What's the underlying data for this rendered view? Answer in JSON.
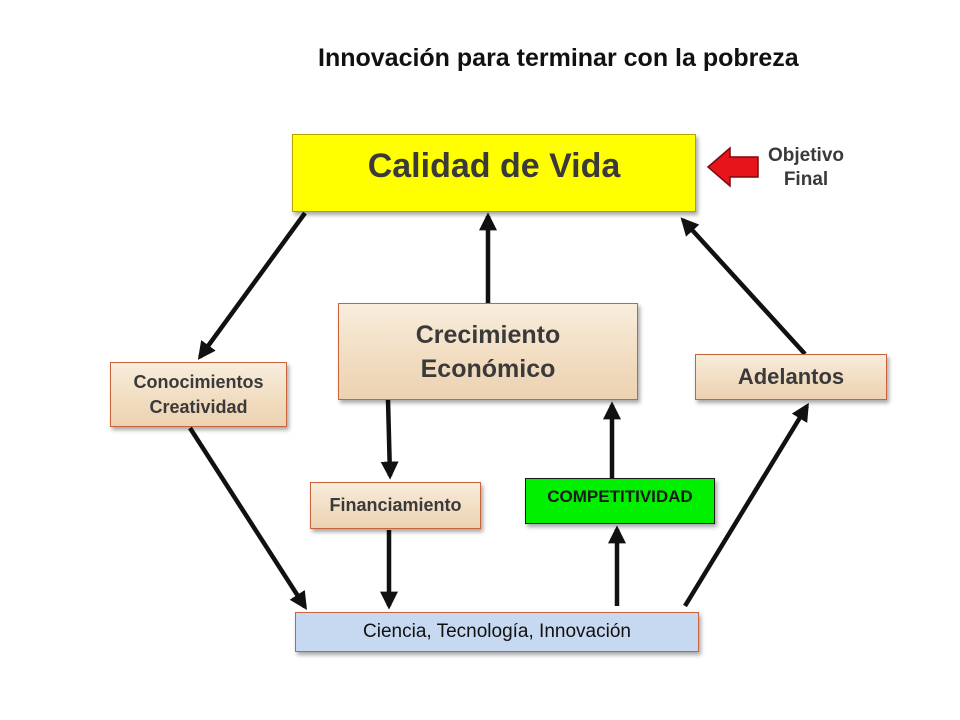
{
  "title": "Innovación para terminar con la pobreza",
  "nodes": {
    "calidad": "Calidad de Vida",
    "crecimiento_line1": "Crecimiento",
    "crecimiento_line2": "Económico",
    "conocimientos_line1": "Conocimientos",
    "conocimientos_line2": "Creatividad",
    "adelantos": "Adelantos",
    "financiamiento": "Financiamiento",
    "competitividad": "COMPETITIVIDAD",
    "ciencia": "Ciencia, Tecnología, Innovación"
  },
  "callout": {
    "line1": "Objetivo",
    "line2": "Final"
  },
  "colors": {
    "calidad_fill": "#ffff00",
    "competitividad_fill": "#00f000",
    "ciencia_fill": "#c6d9f1",
    "tan_fill": "#f1dcc0",
    "border_accent": "#c8643c",
    "callout_arrow": "#e8141c",
    "arrow": "#111111"
  }
}
